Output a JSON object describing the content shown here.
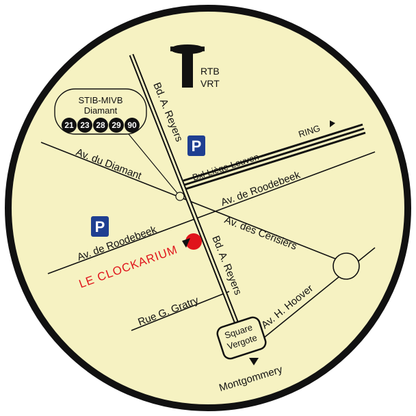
{
  "colors": {
    "background": "#f6f2c2",
    "ink": "#111111",
    "parking": "#1f3f91",
    "brand": "#e0141b",
    "marker": "#e0141b"
  },
  "tram_stop": {
    "operator": "STIB-MIVB",
    "name": "Diamant",
    "lines": [
      "21",
      "23",
      "28",
      "29",
      "90"
    ]
  },
  "landmarks": {
    "broadcaster_line1": "RTB",
    "broadcaster_line2": "VRT",
    "broadcaster_icon": "tower-icon"
  },
  "destination": {
    "name": "LE CLOCKARIUM",
    "marker_icon": "location-dot-icon",
    "pointer_icon": "triangle-pointer-icon"
  },
  "parking": {
    "label": "P",
    "icon": "parking-sign-icon"
  },
  "streets": {
    "reyers_north": "Bd. A. Reyers",
    "reyers_south": "Bd. A. Reyers",
    "diamant": "Av. du Diamant",
    "roodebeek_east": "Av. de Roodebeek",
    "roodebeek_west": "Av. de Roodebeek",
    "cerisiers": "Av. des Cerisiers",
    "gratry": "Rue G. Gratry",
    "hoover": "Av. H. Hoover",
    "motorway": "Bxl-Liège-Leuven",
    "ring": "RING",
    "square_line1": "Square",
    "square_line2": "Vergote",
    "montgommery": "Montgommery"
  }
}
